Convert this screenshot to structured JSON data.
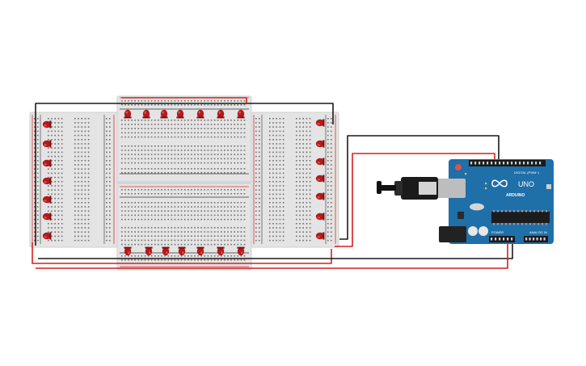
{
  "canvas": {
    "background": "#ffffff"
  },
  "colors": {
    "breadboard": "#e4e4e4",
    "breadboard_edge": "#cfcfcf",
    "hole": "#6e6e6e",
    "rail_red": "#d9302c",
    "rail_black": "#333333",
    "wire_red": "#d81e1e",
    "wire_black": "#1a1a1a",
    "led": "#b31b1b",
    "led_dark": "#7d1010",
    "arduino_blue": "#1f6fa8",
    "arduino_blue_dark": "#155a8c",
    "usb_grey": "#bdbdbd"
  },
  "arduino": {
    "brand": "ARDUINO",
    "model": "UNO",
    "label_digital": "DIGITAL (PWM~)",
    "label_power": "POWER",
    "label_analog": "ANALOG IN"
  },
  "icons": {
    "arduino_logo": "infinity-logo-icon",
    "usb_cable": "usb-cable-icon",
    "reset_button": "reset-button-icon"
  }
}
